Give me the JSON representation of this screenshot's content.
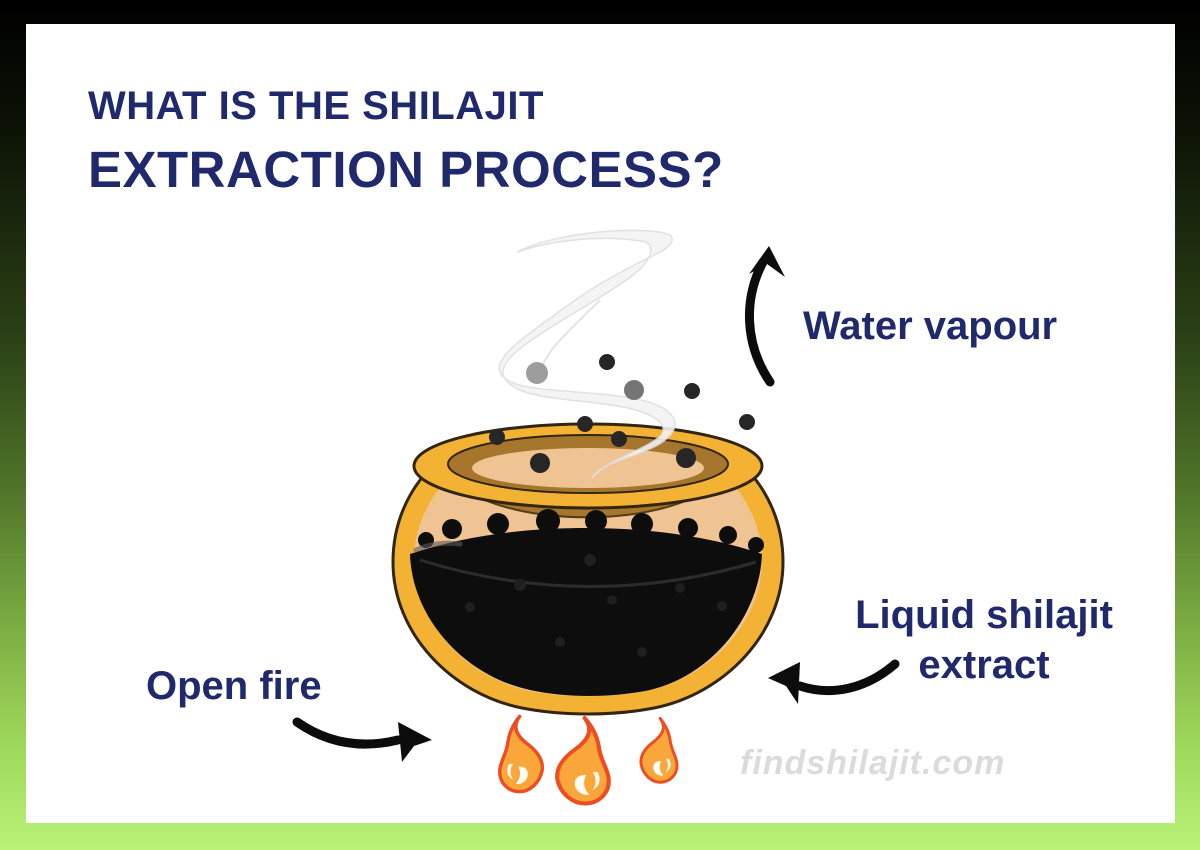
{
  "header": {
    "title_line1": "WHAT IS THE SHILAJIT",
    "title_line2": "EXTRACTION PROCESS?"
  },
  "diagram": {
    "labels": {
      "water_vapour": "Water vapour",
      "liquid_extract_line1": "Liquid shilajit",
      "liquid_extract_line2": "extract",
      "open_fire": "Open fire"
    },
    "icons": {
      "steam": "steam-icon",
      "bubbles": "bubble-dots",
      "cauldron": "cauldron-icon",
      "flames": "flame-icon",
      "arrow_water_vapour": "arrow-up-icon",
      "arrow_liquid_extract": "arrow-left-icon",
      "arrow_open_fire": "arrow-right-icon"
    }
  },
  "footer": {
    "watermark": "findshilajit.com"
  },
  "colors": {
    "title_navy": "#20296b",
    "card_bg": "#ffffff",
    "background_top": "#000000",
    "background_bottom": "#b9f277",
    "pot_gold": "#f3b233",
    "pot_outline": "#332611",
    "pot_rim_brown": "#a5762c",
    "pot_tan": "#f0c492",
    "liquid_black": "#0d0d0d",
    "steam_gray": "#f3f3f3",
    "flame_orange": "#f9a63b",
    "flame_outline": "#ee4d23",
    "arrow_black": "#0c0c0c",
    "watermark_gray": "#dbdbdb"
  }
}
